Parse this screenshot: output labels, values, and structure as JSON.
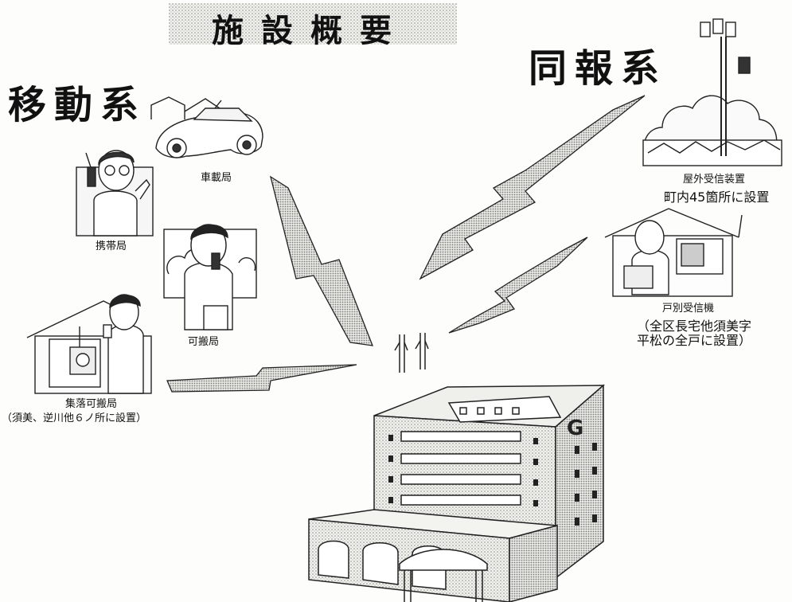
{
  "title": "施設概要",
  "sections": {
    "mobile": "移動系",
    "broadcast": "同報系"
  },
  "labels": {
    "vehicle_station": "車載局",
    "handheld_station": "携帯局",
    "portable_station": "可搬局",
    "village_portable_station": "集落可搬局",
    "village_portable_note": "（須美、逆川他６ノ所に設置）",
    "outdoor_receiver": "屋外受信装置",
    "outdoor_receiver_note": "町内45箇所に設置",
    "household_receiver": "戸別受信機",
    "household_note_1": "（全区長宅他須美字",
    "household_note_2": "平松の全戸に設置）"
  }
}
